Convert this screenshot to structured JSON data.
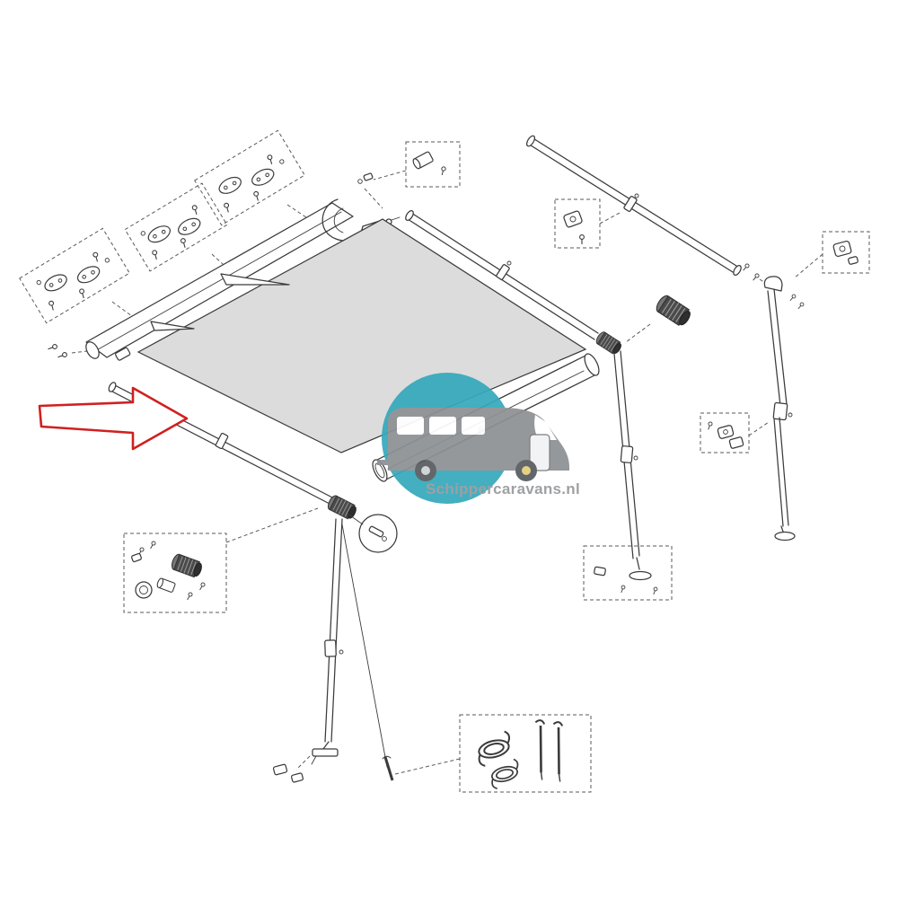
{
  "watermark": {
    "text": "Schippercaravans.nl"
  },
  "colors": {
    "arrow": "#d02020",
    "logo_teal": "#35a9bc",
    "caravan_gray": "#8d9194",
    "fabric_gray": "#dcdcdc",
    "line": "#3b3b3b",
    "watermark_text": "#97999b"
  },
  "diagram": {
    "kind": "exploded-parts-diagram",
    "subject": "caravan-awning-canopy",
    "highlighted_part": "front-lead-bar"
  },
  "parts_groups": [
    "mounting-bracket-kit-1",
    "mounting-bracket-kit-2",
    "mounting-bracket-kit-3",
    "awning-case",
    "fabric-panel",
    "front-lead-bar",
    "gear-knob",
    "roller-tube",
    "rafter-arm",
    "support-leg-right",
    "support-leg-center",
    "tension-pole-top",
    "leg-foot",
    "hardware-callout-box",
    "tie-down-kit",
    "guy-rope-and-peg"
  ]
}
